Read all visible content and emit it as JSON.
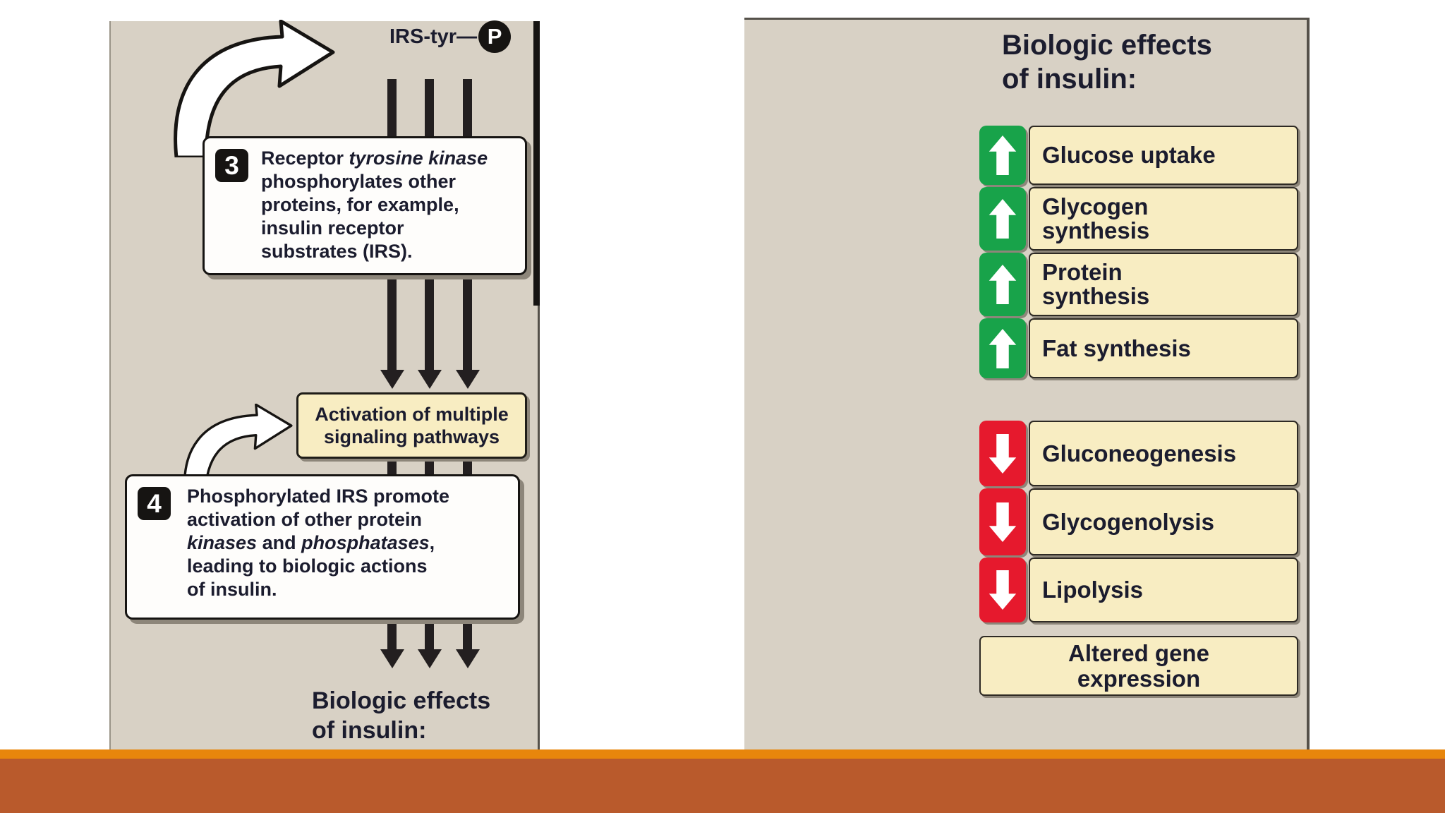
{
  "left_panel": {
    "irs_label": "IRS-tyr—",
    "phosphate_symbol": "P",
    "step3": {
      "number": "3",
      "segments": [
        {
          "t": "Receptor "
        },
        {
          "t": "tyrosine kinase",
          "i": true
        },
        {
          "t": "\nphosphorylates other\nproteins, for example,\ninsulin receptor\nsubstrates (IRS)."
        }
      ]
    },
    "signaling_box": "Activation of multiple\nsignaling pathways",
    "step4": {
      "number": "4",
      "segments": [
        {
          "t": "Phosphorylated IRS promote\nactivation of other protein\n"
        },
        {
          "t": "kinases",
          "i": true
        },
        {
          "t": " and "
        },
        {
          "t": "phosphatases",
          "i": true
        },
        {
          "t": ",\nleading to biologic actions\nof insulin."
        }
      ]
    },
    "footer_caption": "Biologic effects\nof insulin:"
  },
  "right_panel": {
    "heading": "Biologic effects\nof insulin:",
    "increase_effects": [
      "Glucose uptake",
      "Glycogen\nsynthesis",
      "Protein\nsynthesis",
      "Fat synthesis"
    ],
    "decrease_effects": [
      "Gluconeogenesis",
      "Glycogenolysis",
      "Lipolysis"
    ],
    "gene_box": "Altered gene\nexpression"
  },
  "colors": {
    "panel_background": "#d8d1c5",
    "label_box_yellow": "#f8edc2",
    "increase_green": "#18a34a",
    "decrease_red": "#e6192d",
    "text_dark": "#1b1c2e",
    "footer_orange": "#e8860c",
    "footer_rust": "#b95a2c"
  }
}
